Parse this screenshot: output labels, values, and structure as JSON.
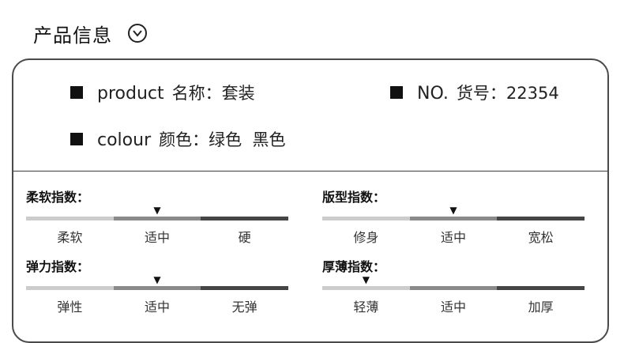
{
  "header": {
    "title": "产品信息",
    "toggle_icon": "chevron-down-circle-icon"
  },
  "info": {
    "product": {
      "en": "product",
      "zh": "名称：套装"
    },
    "number": {
      "en": "NO.",
      "zh": "货号：22354"
    },
    "colour": {
      "en": "colour",
      "zh": "颜色：绿色  黑色"
    }
  },
  "colors": {
    "seg_light": "#cccccc",
    "seg_mid": "#8a8a8a",
    "seg_dark": "#454545",
    "border": "#4a4a4a"
  },
  "scales": [
    {
      "title": "柔软指数：",
      "labels": [
        "柔软",
        "适中",
        "硬"
      ],
      "selected": 1
    },
    {
      "title": "版型指数：",
      "labels": [
        "修身",
        "适中",
        "宽松"
      ],
      "selected": 1
    },
    {
      "title": "弹力指数：",
      "labels": [
        "弹性",
        "适中",
        "无弹"
      ],
      "selected": 1
    },
    {
      "title": "厚薄指数：",
      "labels": [
        "轻薄",
        "适中",
        "加厚"
      ],
      "selected": 0
    }
  ]
}
